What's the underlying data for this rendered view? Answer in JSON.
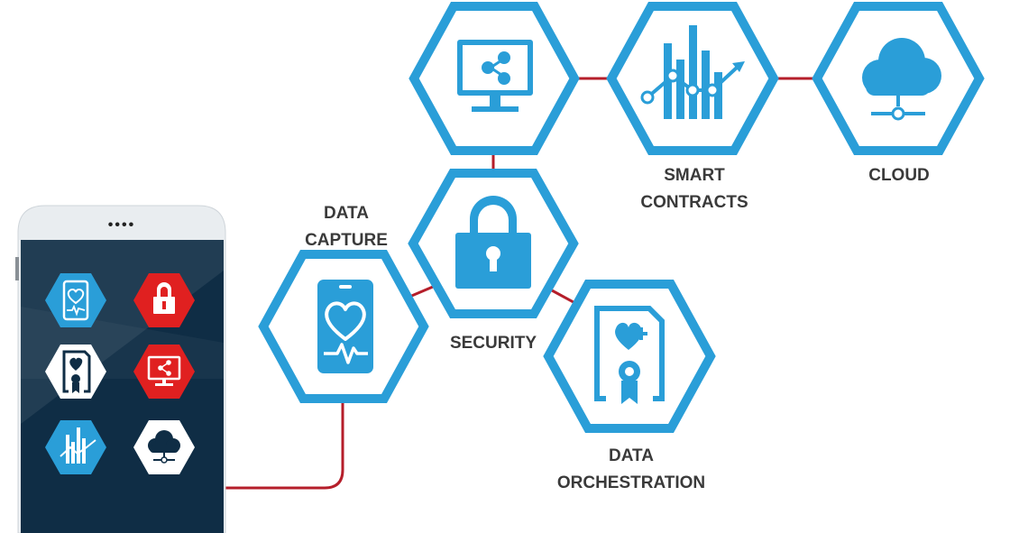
{
  "colors": {
    "accent_blue": "#2a9ed8",
    "accent_red": "#e02020",
    "connector_red": "#b51e2a",
    "label_gray": "#3a3a3a",
    "phone_screen": "#0f2d45",
    "phone_frame": "#e9edf0"
  },
  "nodes": {
    "share_screen": {
      "icon": "share-monitor-icon"
    },
    "smart_contracts": {
      "label_line1": "SMART",
      "label_line2": "CONTRACTS",
      "icon": "analytics-chart-icon"
    },
    "cloud": {
      "label": "CLOUD",
      "icon": "cloud-network-icon"
    },
    "security": {
      "label": "SECURITY",
      "icon": "padlock-icon"
    },
    "data_capture": {
      "label_line1": "DATA",
      "label_line2": "CAPTURE",
      "icon": "heart-rate-phone-icon"
    },
    "data_orchestration": {
      "label_line1": "DATA",
      "label_line2": "ORCHESTRATION",
      "icon": "medical-certificate-icon"
    }
  },
  "phone": {
    "dots": "••••",
    "apps": [
      {
        "icon": "heart-rate-phone-icon",
        "color": "blue"
      },
      {
        "icon": "padlock-icon",
        "color": "red"
      },
      {
        "icon": "medical-certificate-icon",
        "color": "white"
      },
      {
        "icon": "share-monitor-icon",
        "color": "red"
      },
      {
        "icon": "analytics-chart-icon",
        "color": "blue"
      },
      {
        "icon": "cloud-network-icon",
        "color": "white"
      }
    ]
  }
}
